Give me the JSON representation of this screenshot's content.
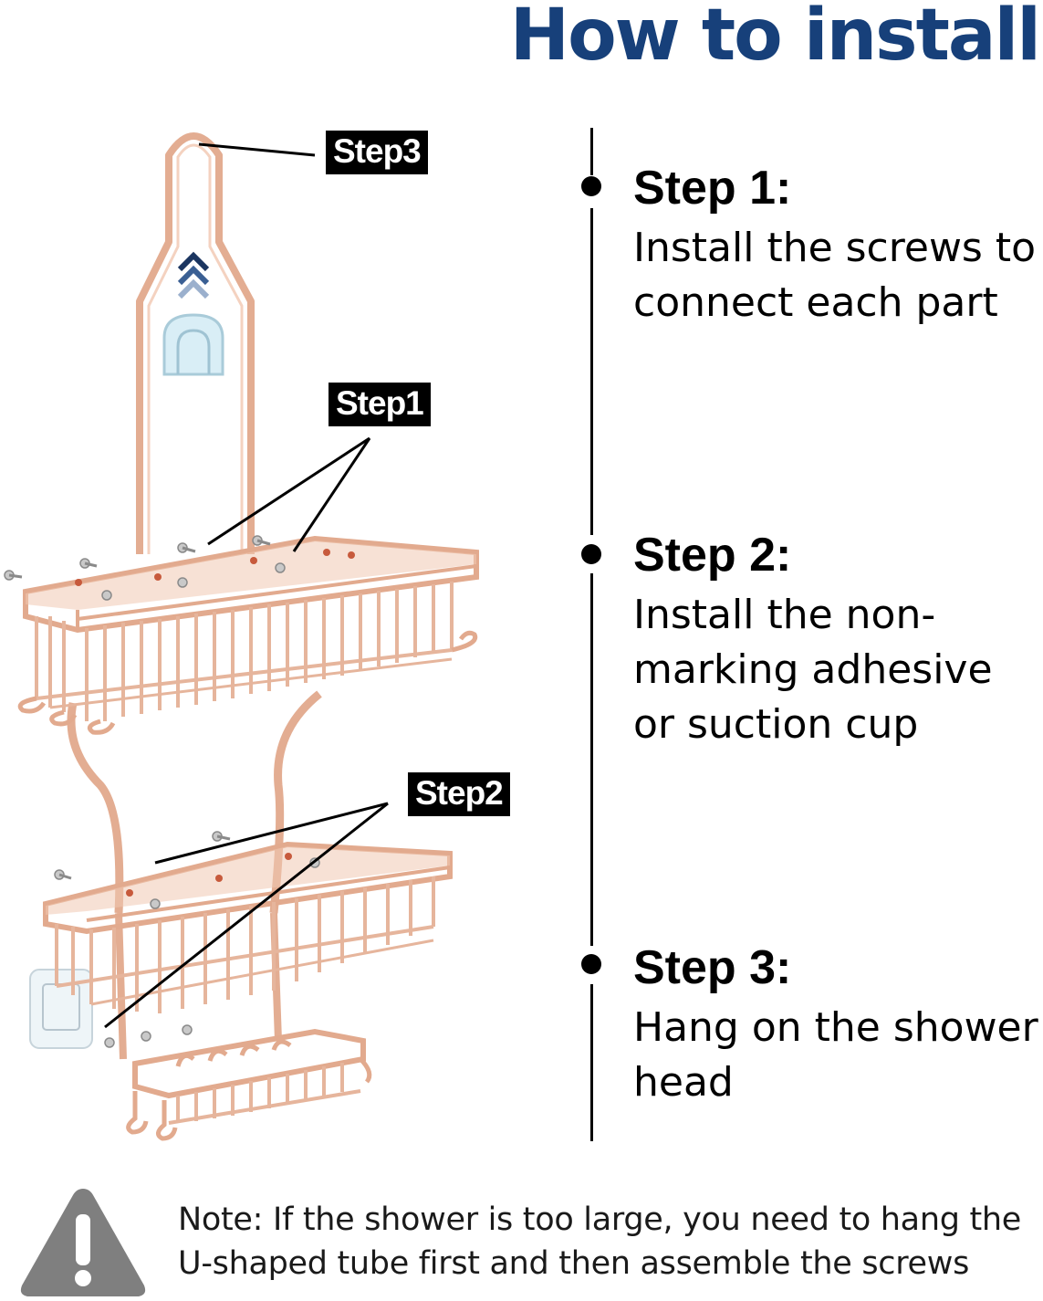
{
  "title": "How to install",
  "diagram": {
    "step3_label": "Step3",
    "step1_label": "Step1",
    "step2_label": "Step2"
  },
  "steps": [
    {
      "title": "Step 1:",
      "text": "Install the screws to connect each part"
    },
    {
      "title": "Step 2:",
      "text": "Install the non-marking adhesive or suction cup"
    },
    {
      "title": "Step 3:",
      "text": "Hang on the shower head"
    }
  ],
  "note": "Note: If the shower is too large, you need to hang the U-shaped tube first and then assemble the screws",
  "colors": {
    "title": "#17407a",
    "rack": "#e6b79c",
    "warning": "#7f7f7f"
  },
  "icons": [
    "warning-icon",
    "chevron-up-icon",
    "suction-hook-icon",
    "adhesive-hook-icon",
    "screw-icon"
  ]
}
